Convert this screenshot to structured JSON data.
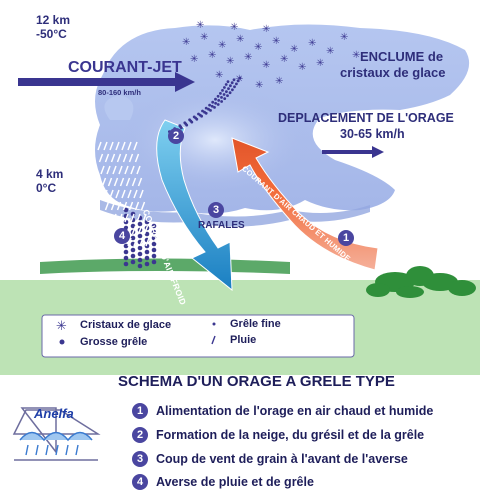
{
  "altitudes": {
    "top_km": "12 km",
    "top_temp": "-50°C",
    "mid_km": "4 km",
    "mid_temp": "0°C"
  },
  "jet": {
    "label": "COURANT-JET",
    "speed": "80-160 km/h"
  },
  "anvil": {
    "line1": "ENCLUME de",
    "line2": "cristaux de glace"
  },
  "movement": {
    "line1": "DEPLACEMENT DE L'ORAGE",
    "line2": "30-65 km/h"
  },
  "currents": {
    "warm": "COURANT D'AIR CHAUD ET HUMIDE",
    "cold": "COURANT D'AIR FROID"
  },
  "gusts": "RAFALES",
  "badges": [
    "1",
    "2",
    "3",
    "4"
  ],
  "legend": {
    "ice_crystals": "Cristaux de glace",
    "large_hail": "Grosse grêle",
    "small_hail": "Grêle fine",
    "rain": "Pluie"
  },
  "title": "SCHEMA D'UN ORAGE A GRELE TYPE",
  "logo_text": "Anelfa",
  "list": [
    {
      "num": "1",
      "text": "Alimentation de l'orage en air chaud et humide"
    },
    {
      "num": "2",
      "text": "Formation de la neige, du grésil et de la grêle"
    },
    {
      "num": "3",
      "text": "Coup de vent de grain à l'avant de l'averse"
    },
    {
      "num": "4",
      "text": "Averse de pluie et de grêle"
    }
  ],
  "colors": {
    "sky": "#ffffff",
    "cloud": "#aabcec",
    "cloud_core": "#c4d2f4",
    "ground": "#bde3b5",
    "navy": "#2e2e7a",
    "warm_arrow": "#f26b3a",
    "cold_arrow": "#1e88c7",
    "trees": "#2f8f3a"
  }
}
